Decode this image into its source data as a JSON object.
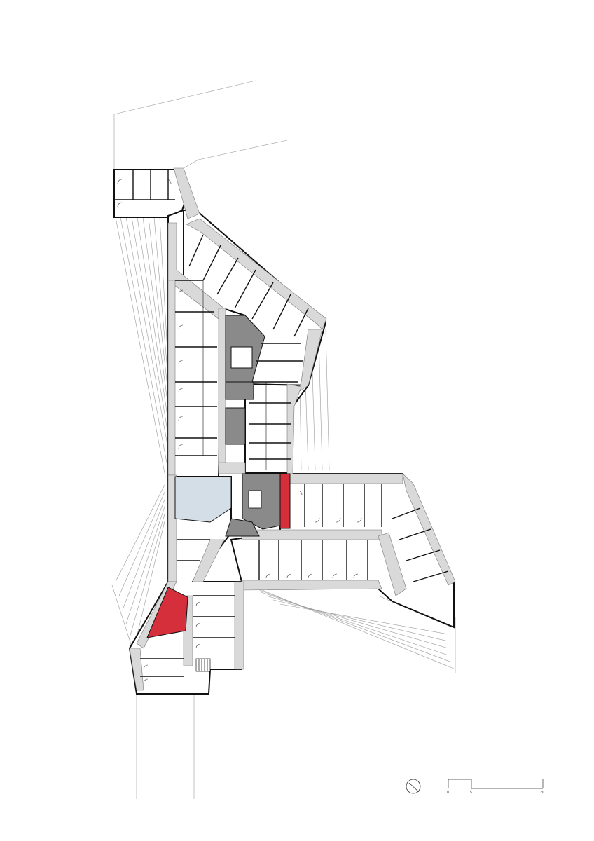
{
  "colors": {
    "wall": "#111111",
    "corridor": "#d9d9d9",
    "core": "#8a8a8a",
    "accent_red": "#d62f3c",
    "lounge_blue": "#d3dee6",
    "site_line": "#9a9a9a"
  },
  "scale_bar": {
    "ticks": [
      "0",
      "5",
      "20"
    ]
  },
  "icons": {
    "north_arrow": "north-arrow-icon"
  }
}
